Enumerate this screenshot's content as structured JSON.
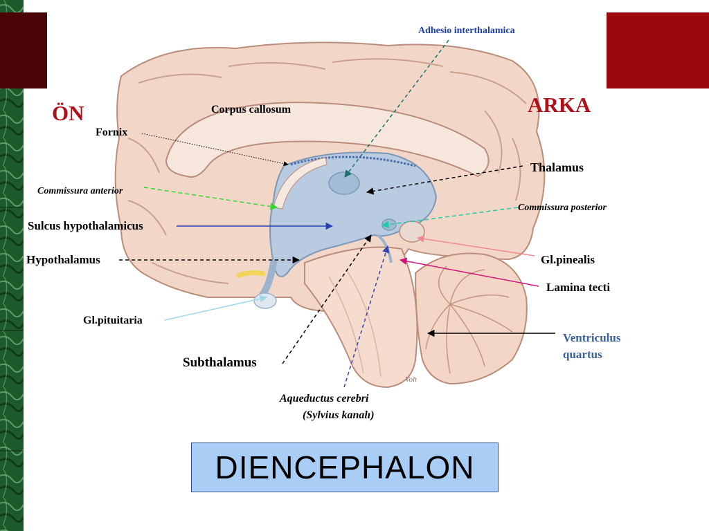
{
  "slide": {
    "title": "DIENCEPHALON",
    "colors": {
      "left_stripe": "#1d5a2c",
      "top_left_block": "#4a0606",
      "top_right_block": "#9a0a0c",
      "title_box": "#a9cdf4",
      "ventricle": "#b9cbe0"
    }
  },
  "orientation": {
    "front": "ÖN",
    "back": "ARKA"
  },
  "labels": {
    "adhesio": "Adhesio interthalamica",
    "corpus_callosum": "Corpus callosum",
    "fornix": "Fornix",
    "thalamus": "Thalamus",
    "commissura_anterior": "Commissura anterior",
    "commissura_posterior": "Commissura  posterior",
    "sulcus_hypothalamicus": "Sulcus hypothalamicus",
    "hypothalamus": "Hypothalamus",
    "gl_pinealis": "Gl.pinealis",
    "lamina_tecti": "Lamina tecti",
    "gl_pituitaria": "Gl.pituitaria",
    "ventriculus_line1": "Ventriculus",
    "ventriculus_line2": "quartus",
    "subthalamus": "Subthalamus",
    "aqueductus_line1": "Aqueductus cerebri",
    "aqueductus_line2": "(Sylvius kanalı)"
  },
  "signature": "Volt"
}
